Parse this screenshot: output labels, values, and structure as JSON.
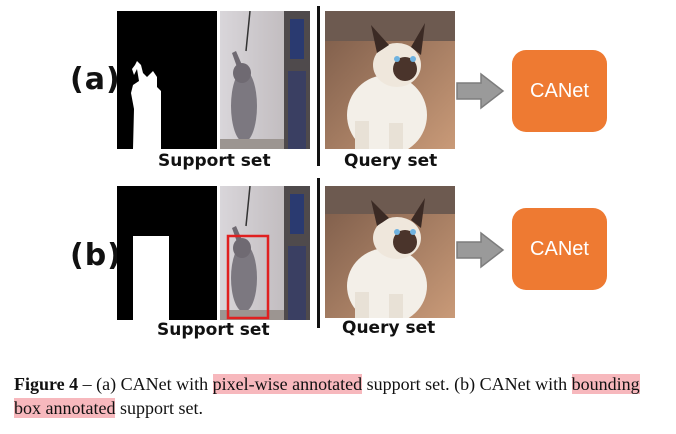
{
  "rows": [
    {
      "label": "(a)",
      "support_label": "Support set",
      "query_label": "Query set",
      "model_label": "CANet"
    },
    {
      "label": "(b)",
      "support_label": "Support set",
      "query_label": "Query set",
      "model_label": "CANet"
    }
  ],
  "caption": {
    "figure_label": "Figure 4",
    "dash": " – ",
    "part1": "(a) CANet with ",
    "highlight1": "pixel-wise annotated",
    "part2": " support set. (b) CANet with ",
    "highlight2": "bounding box annotated",
    "part3": " support set."
  },
  "colors": {
    "model_box": "#ee7a32",
    "highlight": "#f7b8bd",
    "bbox": "#e02020",
    "arrow": "#9a9a9a"
  }
}
